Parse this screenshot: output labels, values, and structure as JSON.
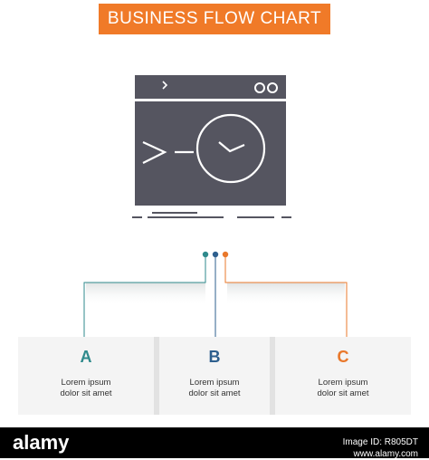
{
  "title": "BUSINESS FLOW CHART",
  "colors": {
    "banner": "#f07a28",
    "icon": "#555560",
    "teal": "#2f8a8c",
    "blue": "#2e5f8e",
    "orange": "#e9782b"
  },
  "icon": {
    "name": "terminal-clock-icon"
  },
  "steps": [
    {
      "letter": "A",
      "text1": "Lorem ipsum",
      "text2": "dolor sit amet"
    },
    {
      "letter": "B",
      "text1": "Lorem ipsum",
      "text2": "dolor sit amet"
    },
    {
      "letter": "C",
      "text1": "Lorem ipsum",
      "text2": "dolor sit amet"
    }
  ],
  "footer": {
    "logo": "alamy",
    "image_id": "Image ID: R805DT",
    "site": "www.alamy.com"
  }
}
